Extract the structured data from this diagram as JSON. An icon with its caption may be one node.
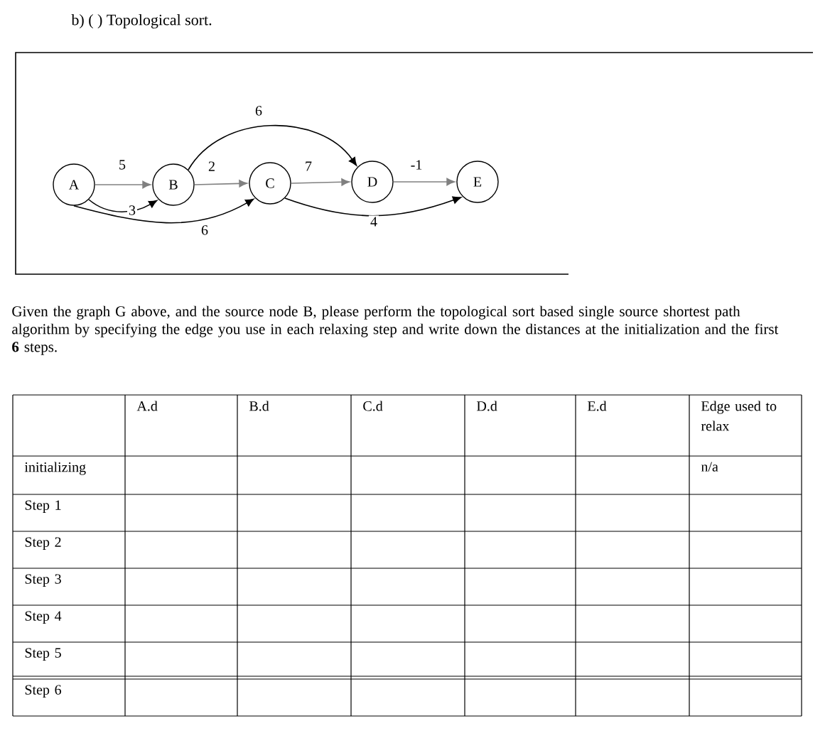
{
  "diagram": {
    "title": "b) ( ) Topological sort.",
    "nodes": [
      {
        "text": [
          "A"
        ]
      },
      {
        "text": [
          "B"
        ]
      },
      {
        "text": [
          "C"
        ]
      },
      {
        "text": [
          "D"
        ]
      },
      {
        "text": [
          "E"
        ]
      }
    ],
    "edges": [
      {
        "from": 0,
        "to": 1,
        "arrow": "to",
        "label": "5"
      },
      {
        "from": 0,
        "to": 1,
        "arrow": "to",
        "label": "3",
        "color": "#000000"
      },
      {
        "from": 0,
        "to": 2,
        "arrow": "to",
        "label": "6",
        "color": "#000000"
      },
      {
        "from": 1,
        "to": 2,
        "arrow": "to",
        "label": "2"
      },
      {
        "from": 1,
        "to": 3,
        "arrow": "to",
        "label": "6",
        "color": "#000000"
      },
      {
        "from": 2,
        "to": 3,
        "arrow": "to",
        "label": "7"
      },
      {
        "from": 3,
        "to": 4,
        "arrow": "to",
        "label": "-1"
      },
      {
        "from": 2,
        "to": 4,
        "arrow": "to",
        "label": "4",
        "color": "#000000"
      }
    ],
    "labels": [
      "Given the graph G above, and the source node B, please perform the topological sort based single source shortest path algorithm by specifying the edge you use in each relaxing step and write down the distances at the initialization and the first **6** steps.",
      "A.d",
      "B.d",
      "C.d",
      "D.d",
      "E.d",
      "Edge used to relax",
      "initializing",
      "n/a",
      "Step 1",
      "Step 2",
      "Step 3",
      "Step 4",
      "Step 5",
      "Step 6"
    ]
  }
}
